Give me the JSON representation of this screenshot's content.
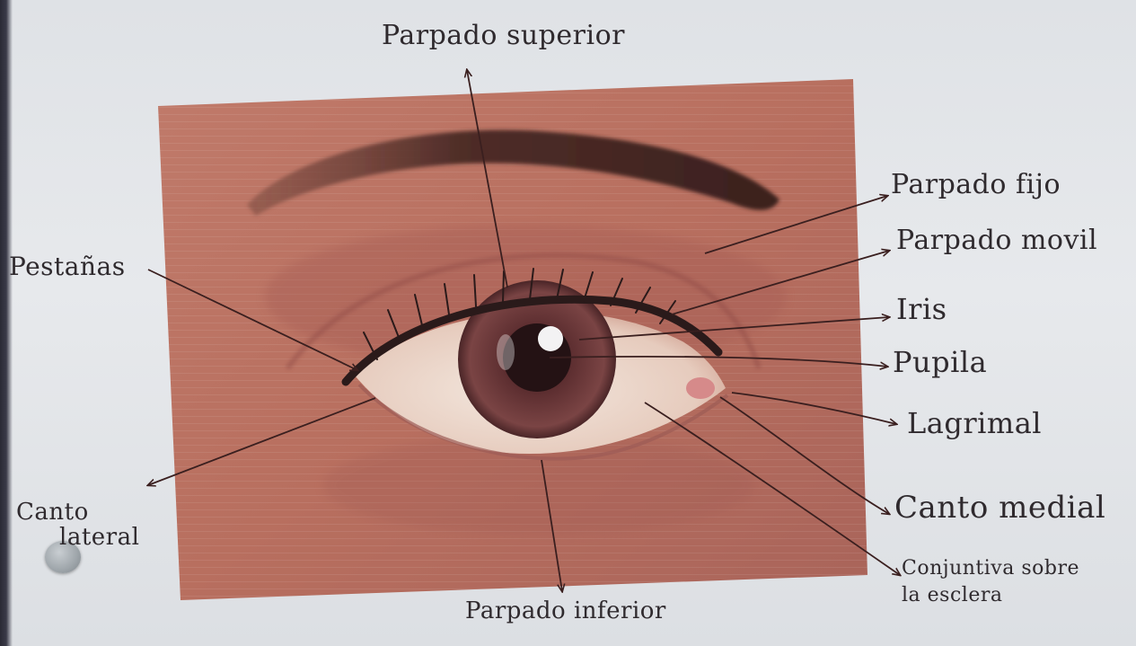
{
  "labels": {
    "superior": "Parpado superior",
    "fijo": "Parpado fijo",
    "movil": "Parpado movil",
    "iris": "Iris",
    "pupila": "Pupila",
    "lagrimal": "Lagrimal",
    "canto_medial": "Canto medial",
    "conjuntiva_l1": "Conjuntiva sobre",
    "conjuntiva_l2": "la esclera",
    "pestanas": "Pestañas",
    "canto_lateral_l1": "Canto",
    "canto_lateral_l2": "lateral",
    "inferior": "Parpado inferior"
  },
  "colors": {
    "skin": "#b86f5f",
    "paper": "#e4e6e9",
    "ink": "#2f2a2e",
    "arrow": "#3a1f1f",
    "iris": "#6e3a3a",
    "brow": "#4a2a26"
  }
}
